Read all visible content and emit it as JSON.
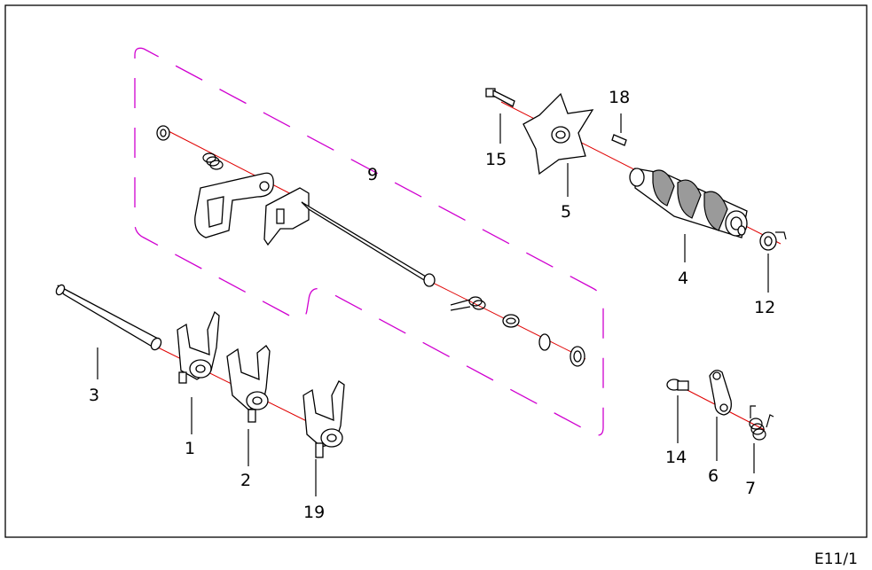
{
  "drawing": {
    "sheet_ref": "E11/1",
    "colors": {
      "outline": "#000000",
      "axis": "#e00000",
      "group": "#d000d0",
      "fill": "#9a9a9a"
    }
  },
  "callouts": [
    {
      "id": "c1",
      "text": "1"
    },
    {
      "id": "c2",
      "text": "2"
    },
    {
      "id": "c3",
      "text": "3"
    },
    {
      "id": "c4",
      "text": "4"
    },
    {
      "id": "c5",
      "text": "5"
    },
    {
      "id": "c6",
      "text": "6"
    },
    {
      "id": "c7",
      "text": "7"
    },
    {
      "id": "c9",
      "text": "9"
    },
    {
      "id": "c12",
      "text": "12"
    },
    {
      "id": "c14",
      "text": "14"
    },
    {
      "id": "c15",
      "text": "15"
    },
    {
      "id": "c18",
      "text": "18"
    },
    {
      "id": "c19",
      "text": "19"
    }
  ]
}
